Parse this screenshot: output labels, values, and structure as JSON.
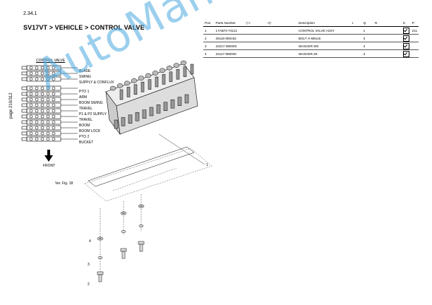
{
  "header": {
    "section": "2.34.1",
    "title": "SV17VT > VEHICLE > CONTROL VALVE",
    "page_ref": "page 210/312"
  },
  "parts_table": {
    "columns": [
      "Pos.",
      "Parts Number",
      "-|->",
      "->|-",
      "Description",
      "I.",
      "Q.",
      "R.",
      "S.",
      "P."
    ],
    "rows": [
      {
        "pos": "1",
        "part_number": "17AB74-74121",
        "description": "CONTROL VALVE ASSY",
        "q": "1",
        "checked": true,
        "p": "211"
      },
      {
        "pos": "2",
        "part_number": "26116-080162",
        "description": "BOLT H M8x16",
        "q": "3",
        "checked": true,
        "p": ""
      },
      {
        "pos": "3",
        "part_number": "22217-080000",
        "description": "WASHER W8",
        "q": "3",
        "checked": true,
        "p": ""
      },
      {
        "pos": "4",
        "part_number": "22117-080000",
        "description": "WASHER Z8",
        "q": "3",
        "checked": true,
        "p": ""
      }
    ]
  },
  "schematic": {
    "title": "CONTROL VALVE",
    "ports": [
      "BLADE",
      "SWING",
      "SUPPLY & CONFLUX",
      "PTO 1",
      "ARM",
      "BOOM SWING",
      "TRAVEL",
      "P1 & P2 SUPPLY",
      "TRAVEL",
      "BOOM",
      "BOOM LOCK",
      "PTO 2",
      "BUCKET"
    ],
    "front_label": "FRONT"
  },
  "diagram": {
    "reference": "Ver. Fig. 18",
    "callouts": [
      "1",
      "4",
      "3",
      "2"
    ]
  },
  "watermark": "AutoManual"
}
